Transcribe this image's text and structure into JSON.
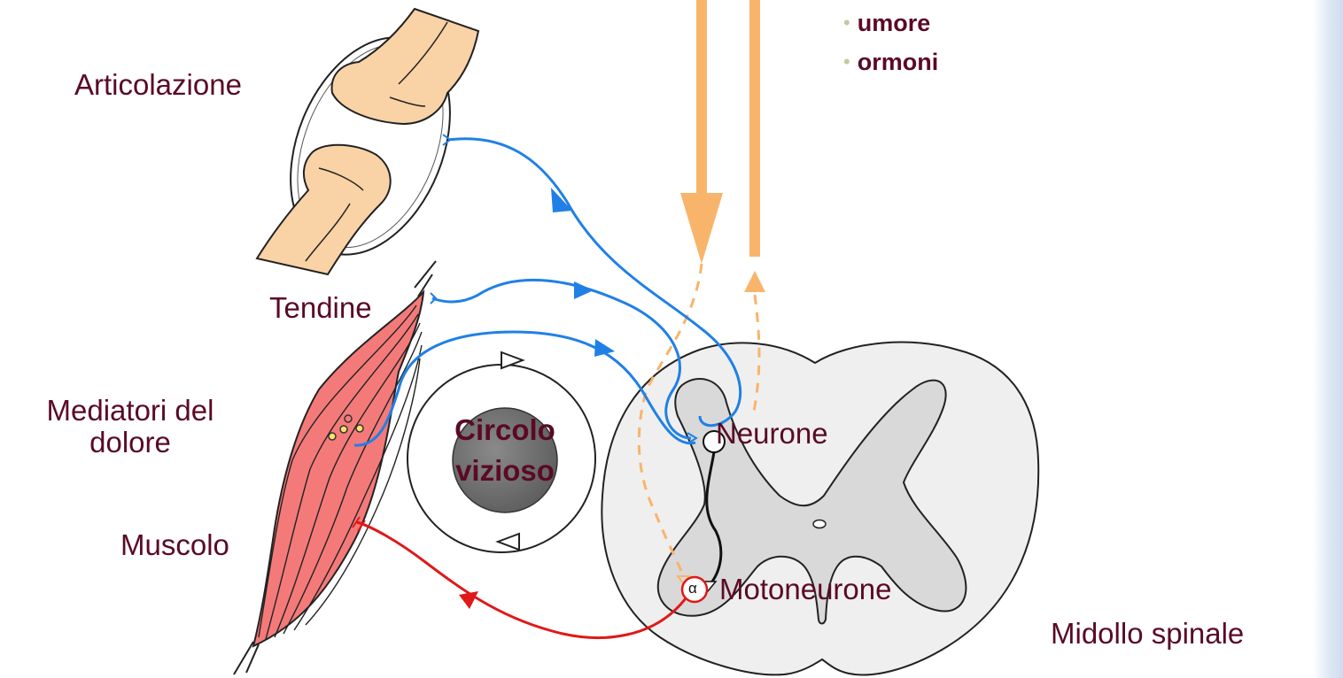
{
  "labels": {
    "articolazione": "Articolazione",
    "tendine": "Tendine",
    "mediatori_line1": "Mediatori del",
    "mediatori_line2": "dolore",
    "muscolo": "Muscolo",
    "circolo_line1": "Circolo",
    "circolo_line2": "vizioso",
    "neurone": "Neurone",
    "motoneurone": "Motoneurone",
    "alpha": "α",
    "midollo": "Midollo spinale"
  },
  "bullets": [
    "umore",
    "ormoni"
  ],
  "colors": {
    "text": "#5a0a24",
    "afferent": "#2080e6",
    "efferent": "#e01818",
    "descending": "#f9b46b",
    "muscle": "#f47a7a",
    "bone": "#f9d2a6",
    "cord_white_matter": "#efefef",
    "cord_grey_matter": "#d9d9d9",
    "circle_core": "#6e6e6e",
    "bullet": "#c7c7a0"
  },
  "icons": [
    "arrowhead",
    "hollow-arrowhead",
    "nerve-ending"
  ]
}
